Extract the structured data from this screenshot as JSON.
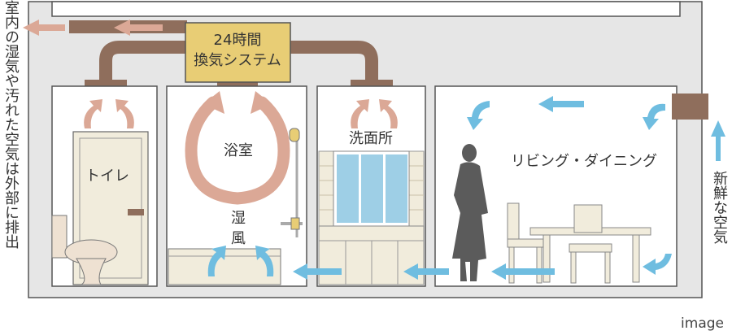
{
  "system_box": {
    "line1": "24時間",
    "line2": "換気システム"
  },
  "rooms": {
    "toilet": "トイレ",
    "bathroom": "浴室",
    "humid_air_line1": "湿",
    "humid_air_line2": "風",
    "washroom": "洗面所",
    "living_dining": "リビング・ダイニング"
  },
  "labels": {
    "exhaust": "室内の湿気や汚れた空気は外部に排出",
    "fresh_air": "新鮮な空気",
    "caption": "image"
  },
  "colors": {
    "house": "#e6e6e6",
    "duct": "#8f6e5c",
    "system_box": "#e8cd75",
    "exhaust_arrow": "#dba896",
    "fresh_arrow": "#6fbde0",
    "silhouette": "#5b5b5b"
  }
}
